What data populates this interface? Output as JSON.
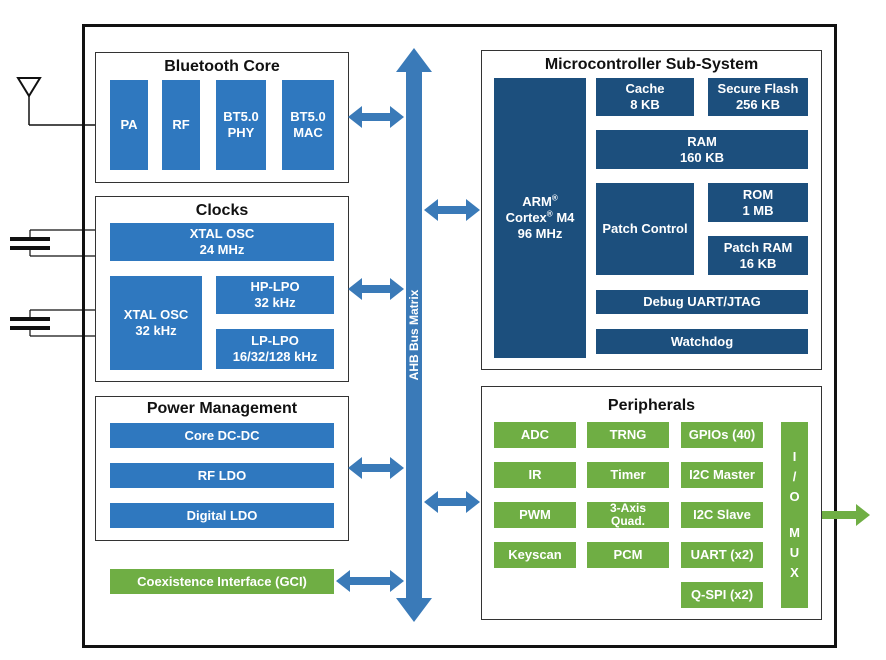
{
  "colors": {
    "light_block": "#2f78bf",
    "dark_block": "#1c4f7d",
    "green_block": "#6fae44",
    "arrow": "#3a7ab8"
  },
  "bus": {
    "label": "AHB Bus Matrix"
  },
  "bluetooth": {
    "title": "Bluetooth Core",
    "pa": "PA",
    "rf": "RF",
    "phy": "BT5.0\nPHY",
    "mac": "BT5.0\nMAC"
  },
  "clocks": {
    "title": "Clocks",
    "xtal24": "XTAL OSC\n24 MHz",
    "xtal32": "XTAL OSC\n32 kHz",
    "hplpo": "HP-LPO\n32 kHz",
    "lplpo": "LP-LPO\n16/32/128 kHz"
  },
  "power": {
    "title": "Power Management",
    "dcdc": "Core DC-DC",
    "rfldo": "RF LDO",
    "digldo": "Digital LDO"
  },
  "coex": {
    "label": "Coexistence Interface (GCI)"
  },
  "mcu": {
    "title": "Microcontroller Sub-System",
    "arm": "ARM",
    "cortex": "Cortex",
    "m4": " M4",
    "mhz": "96 MHz",
    "reg": "®",
    "cache": "Cache\n8 KB",
    "flash": "Secure Flash\n256 KB",
    "ram": "RAM\n160 KB",
    "patch": "Patch Control",
    "rom": "ROM\n1 MB",
    "patchram": "Patch RAM\n16 KB",
    "debug": "Debug UART/JTAG",
    "watchdog": "Watchdog"
  },
  "peripherals": {
    "title": "Peripherals",
    "adc": "ADC",
    "trng": "TRNG",
    "gpio": "GPIOs (40)",
    "ir": "IR",
    "timer": "Timer",
    "i2cm": "I2C Master",
    "pwm": "PWM",
    "quad": "3-Axis\nQuad.",
    "i2cs": "I2C Slave",
    "keyscan": "Keyscan",
    "pcm": "PCM",
    "uart": "UART (x2)",
    "qspi": "Q-SPI (x2)",
    "iomux": [
      "I",
      "/",
      "O",
      "M",
      "U",
      "X"
    ]
  }
}
